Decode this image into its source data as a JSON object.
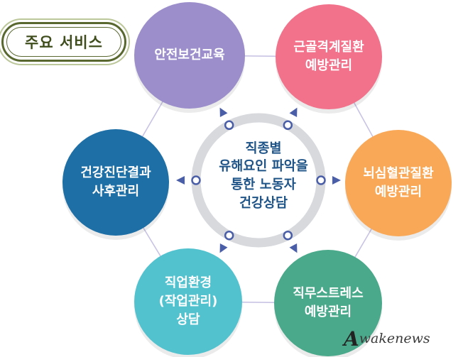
{
  "badge": {
    "label": "주요 서비스"
  },
  "center": {
    "label": "직종별\n유해요인 파악을\n통한 노동자\n건강상담",
    "color": "#1f5488",
    "ring_color": "#d7d9dd"
  },
  "orbit_color": "#c8c3e4",
  "arrow_color": "#4a5ea8",
  "nodes": [
    {
      "id": "safety-education",
      "label": "안전보건교육",
      "color": "#9b8ecb"
    },
    {
      "id": "musculoskeletal",
      "label": "근골격계질환\n예방관리",
      "color": "#f2718b"
    },
    {
      "id": "cardio",
      "label": "뇌심혈관질환\n예방관리",
      "color": "#f9a857"
    },
    {
      "id": "job-stress",
      "label": "직무스트레스\n예방관리",
      "color": "#4aa98a"
    },
    {
      "id": "work-environment",
      "label": "직업환경\n(작업관리)\n상담",
      "color": "#52c2cf"
    },
    {
      "id": "health-checkup",
      "label": "건강진단결과\n사후관리",
      "color": "#1e6fa6"
    }
  ],
  "watermark": {
    "initial": "A",
    "text": "wakenews"
  }
}
